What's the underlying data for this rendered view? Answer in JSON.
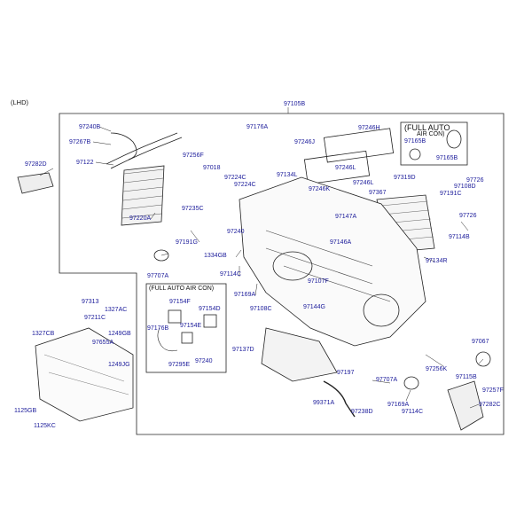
{
  "diagram": {
    "variant_label": "(LHD)",
    "main_assembly": "97105B",
    "inset_full_auto": {
      "title_line1": "(FULL AUTO",
      "title_line2": "AIR CON)",
      "parts": [
        "97165B",
        "97165B"
      ]
    },
    "inset_full_auto_aircon": {
      "title": "(FULL AUTO AIR CON)",
      "parts": [
        "97154F",
        "97154D",
        "97176B",
        "97154E",
        "97295E",
        "97240"
      ]
    },
    "part_numbers": [
      "97240B",
      "97267B",
      "97122",
      "97282D",
      "97176A",
      "97256F",
      "97018",
      "97224C",
      "97224C",
      "97246J",
      "97246H",
      "97246L",
      "97246K",
      "97134L",
      "97246L",
      "97367",
      "97319D",
      "97220A",
      "97235C",
      "97240",
      "97191G",
      "97147A",
      "97146A",
      "1334GB",
      "97114C",
      "97707A",
      "97169A",
      "97107F",
      "97108C",
      "97144G",
      "97134R",
      "97726",
      "97108D",
      "97191C",
      "97726",
      "97114B",
      "97313",
      "1327AC",
      "97211C",
      "1249GB",
      "97655A",
      "1327CB",
      "1249JG",
      "1125GB",
      "1125KC",
      "97137D",
      "97197",
      "99371A",
      "97238D",
      "97707A",
      "97169A",
      "97114C",
      "97256K",
      "97067",
      "97115B",
      "97257F",
      "97282C"
    ]
  }
}
